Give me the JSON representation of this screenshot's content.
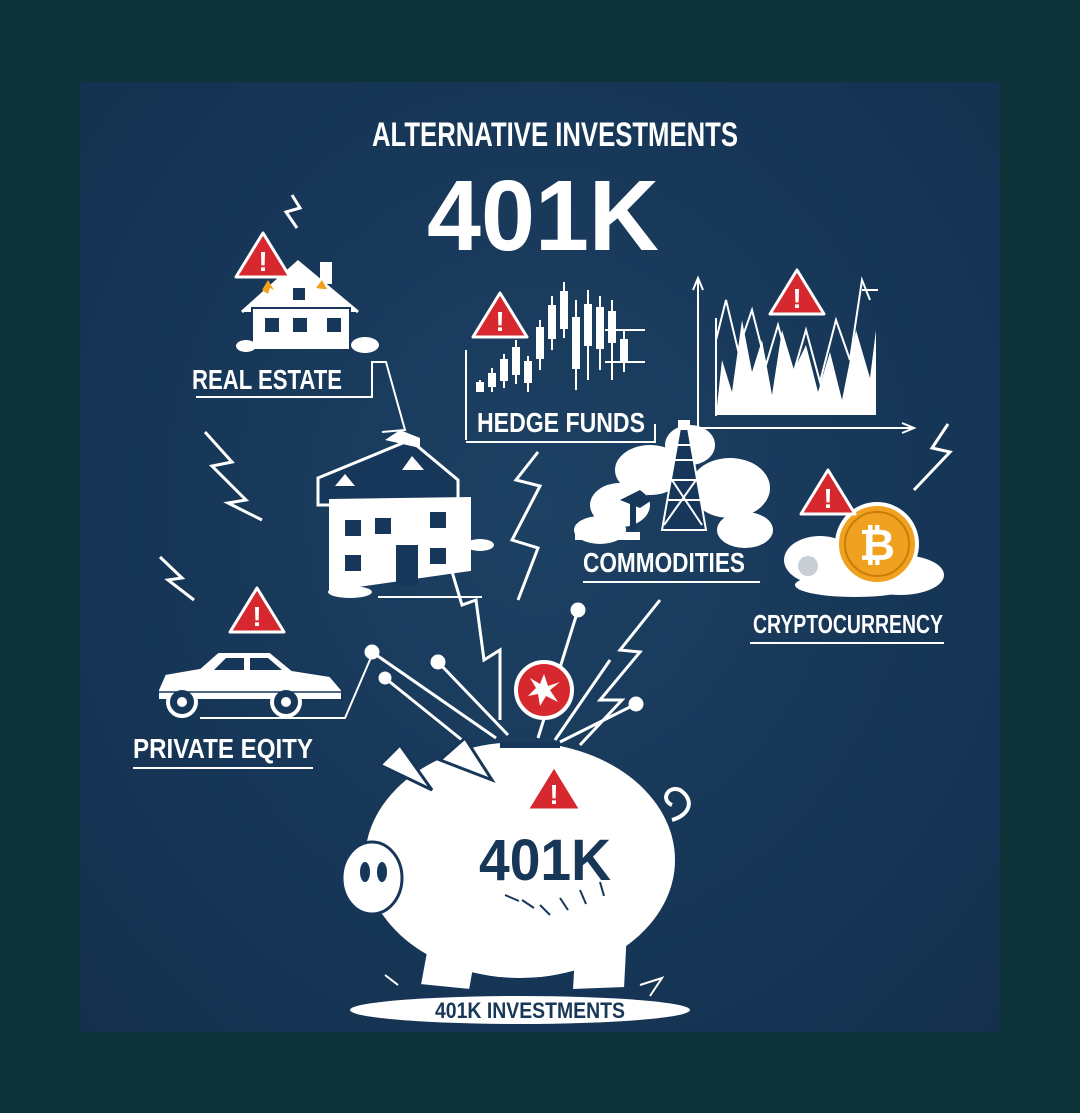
{
  "header": {
    "subtitle": "ALTERNATIVE INVESTMENTS",
    "title": "401K"
  },
  "labels": {
    "real_estate": "REAL ESTATE",
    "hedge_funds": "HEDGE FUNDS",
    "commodities": "COMMODITIES",
    "cryptocurrency": "CRYPTOCURRENCY",
    "private_equity": "PRIVATE EQITY"
  },
  "piggy_bank": {
    "label": "401K",
    "base_label": "401K INVESTMENTS"
  },
  "crypto_symbol": "₿",
  "warning_glyph": "!",
  "colors": {
    "outer_background": "#0d3338",
    "panel_background": "#17375a",
    "warning_red": "#d6282e",
    "bitcoin_orange": "#f0a11f",
    "ink": "#ffffff",
    "pig_text": "#173758"
  },
  "icons": [
    "warning-icon",
    "house-icon",
    "candlestick-chart-icon",
    "line-chart-icon",
    "oil-rig-icon",
    "bitcoin-icon",
    "car-icon",
    "piggy-bank-icon",
    "lightning-icon"
  ]
}
